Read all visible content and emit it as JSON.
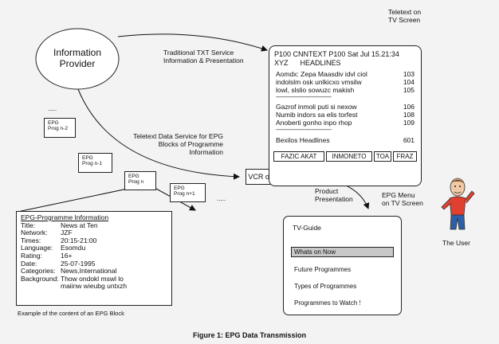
{
  "provider": {
    "label_line1": "Information",
    "label_line2": "Provider"
  },
  "labels": {
    "teletext_on_tv_line1": "Teletext on",
    "teletext_on_tv_line2": "TV Screen",
    "traditional_line1": "Traditional TXT Service",
    "traditional_line2": "Information & Presentation",
    "dots_left": ".....",
    "dots_right": ".....",
    "teletext_data_line1": "Teletext Data Service for EPG",
    "teletext_data_line2": "Blocks of Programme",
    "teletext_data_line3": "Information",
    "vcr_tv": "VCR or TV",
    "product_line1": "Product",
    "product_line2": "Presentation",
    "epg_menu_line1": "EPG Menu",
    "epg_menu_line2": "on TV Screen",
    "the_user": "The User",
    "example_caption": "Example of the content of an EPG Block",
    "figure_caption": "Figure 1: EPG Data Transmission"
  },
  "teletext": {
    "header_line1": "P100 CNNTEXT P100 Sat Jul 15.21:34",
    "header_line2": "XYZ      HEADLINES",
    "items_group1": [
      {
        "text": "Aomdx: Zepa Maasdiv idvl ciol",
        "page": "103"
      },
      {
        "text": "indolslm osk unlkicxo vmsilw",
        "page": "104"
      },
      {
        "text": "lowl, slslio sowuzc makish",
        "page": "105"
      }
    ],
    "separator1": "--------------------------------------",
    "items_group2": [
      {
        "text": "Gazrof inmoli puti si nexow",
        "page": "106"
      },
      {
        "text": "Numib indors sa elis torfest",
        "page": "108"
      },
      {
        "text": "Anoberti gonho inpo rhop",
        "page": "109"
      }
    ],
    "separator2": "--------------------------------------",
    "footer_item": {
      "text": "Bexilos Headlines",
      "page": "601"
    },
    "fastext": [
      "FAZIC AKAT",
      "INMONETO",
      "TOA",
      "FRAZ"
    ]
  },
  "epg_blocks": {
    "n_minus_2": {
      "line1": "EPG",
      "line2": "Prog n-2"
    },
    "n_minus_1": {
      "line1": "EPG",
      "line2": "Prog n-1"
    },
    "n": {
      "line1": "EPG",
      "line2": "Prog n"
    },
    "n_plus_1": {
      "line1": "EPG",
      "line2": "Prog n+1"
    }
  },
  "epg_info": {
    "title": "EPG-Programme Information",
    "fields": [
      {
        "label": "Title:",
        "value": "News at Ten"
      },
      {
        "label": "Network:",
        "value": "JZF"
      },
      {
        "label": "Times:",
        "value": "20:15-21:00"
      },
      {
        "label": "Language:",
        "value": "Esomdu"
      },
      {
        "label": "Rating:",
        "value": "16+"
      },
      {
        "label": "Date:",
        "value": "25-07-1995"
      },
      {
        "label": "Categories:",
        "value": "News,International"
      },
      {
        "label": "Background:",
        "value": "Thow ondokl mswl lo"
      }
    ],
    "background_cont": "maiinw wieubg untxzh"
  },
  "tv_guide": {
    "title": "TV-Guide",
    "items": [
      "Whats on Now",
      "Future Programmes",
      "Types of Programmes",
      "Programmes to Watch !"
    ],
    "selected_index": 0
  }
}
